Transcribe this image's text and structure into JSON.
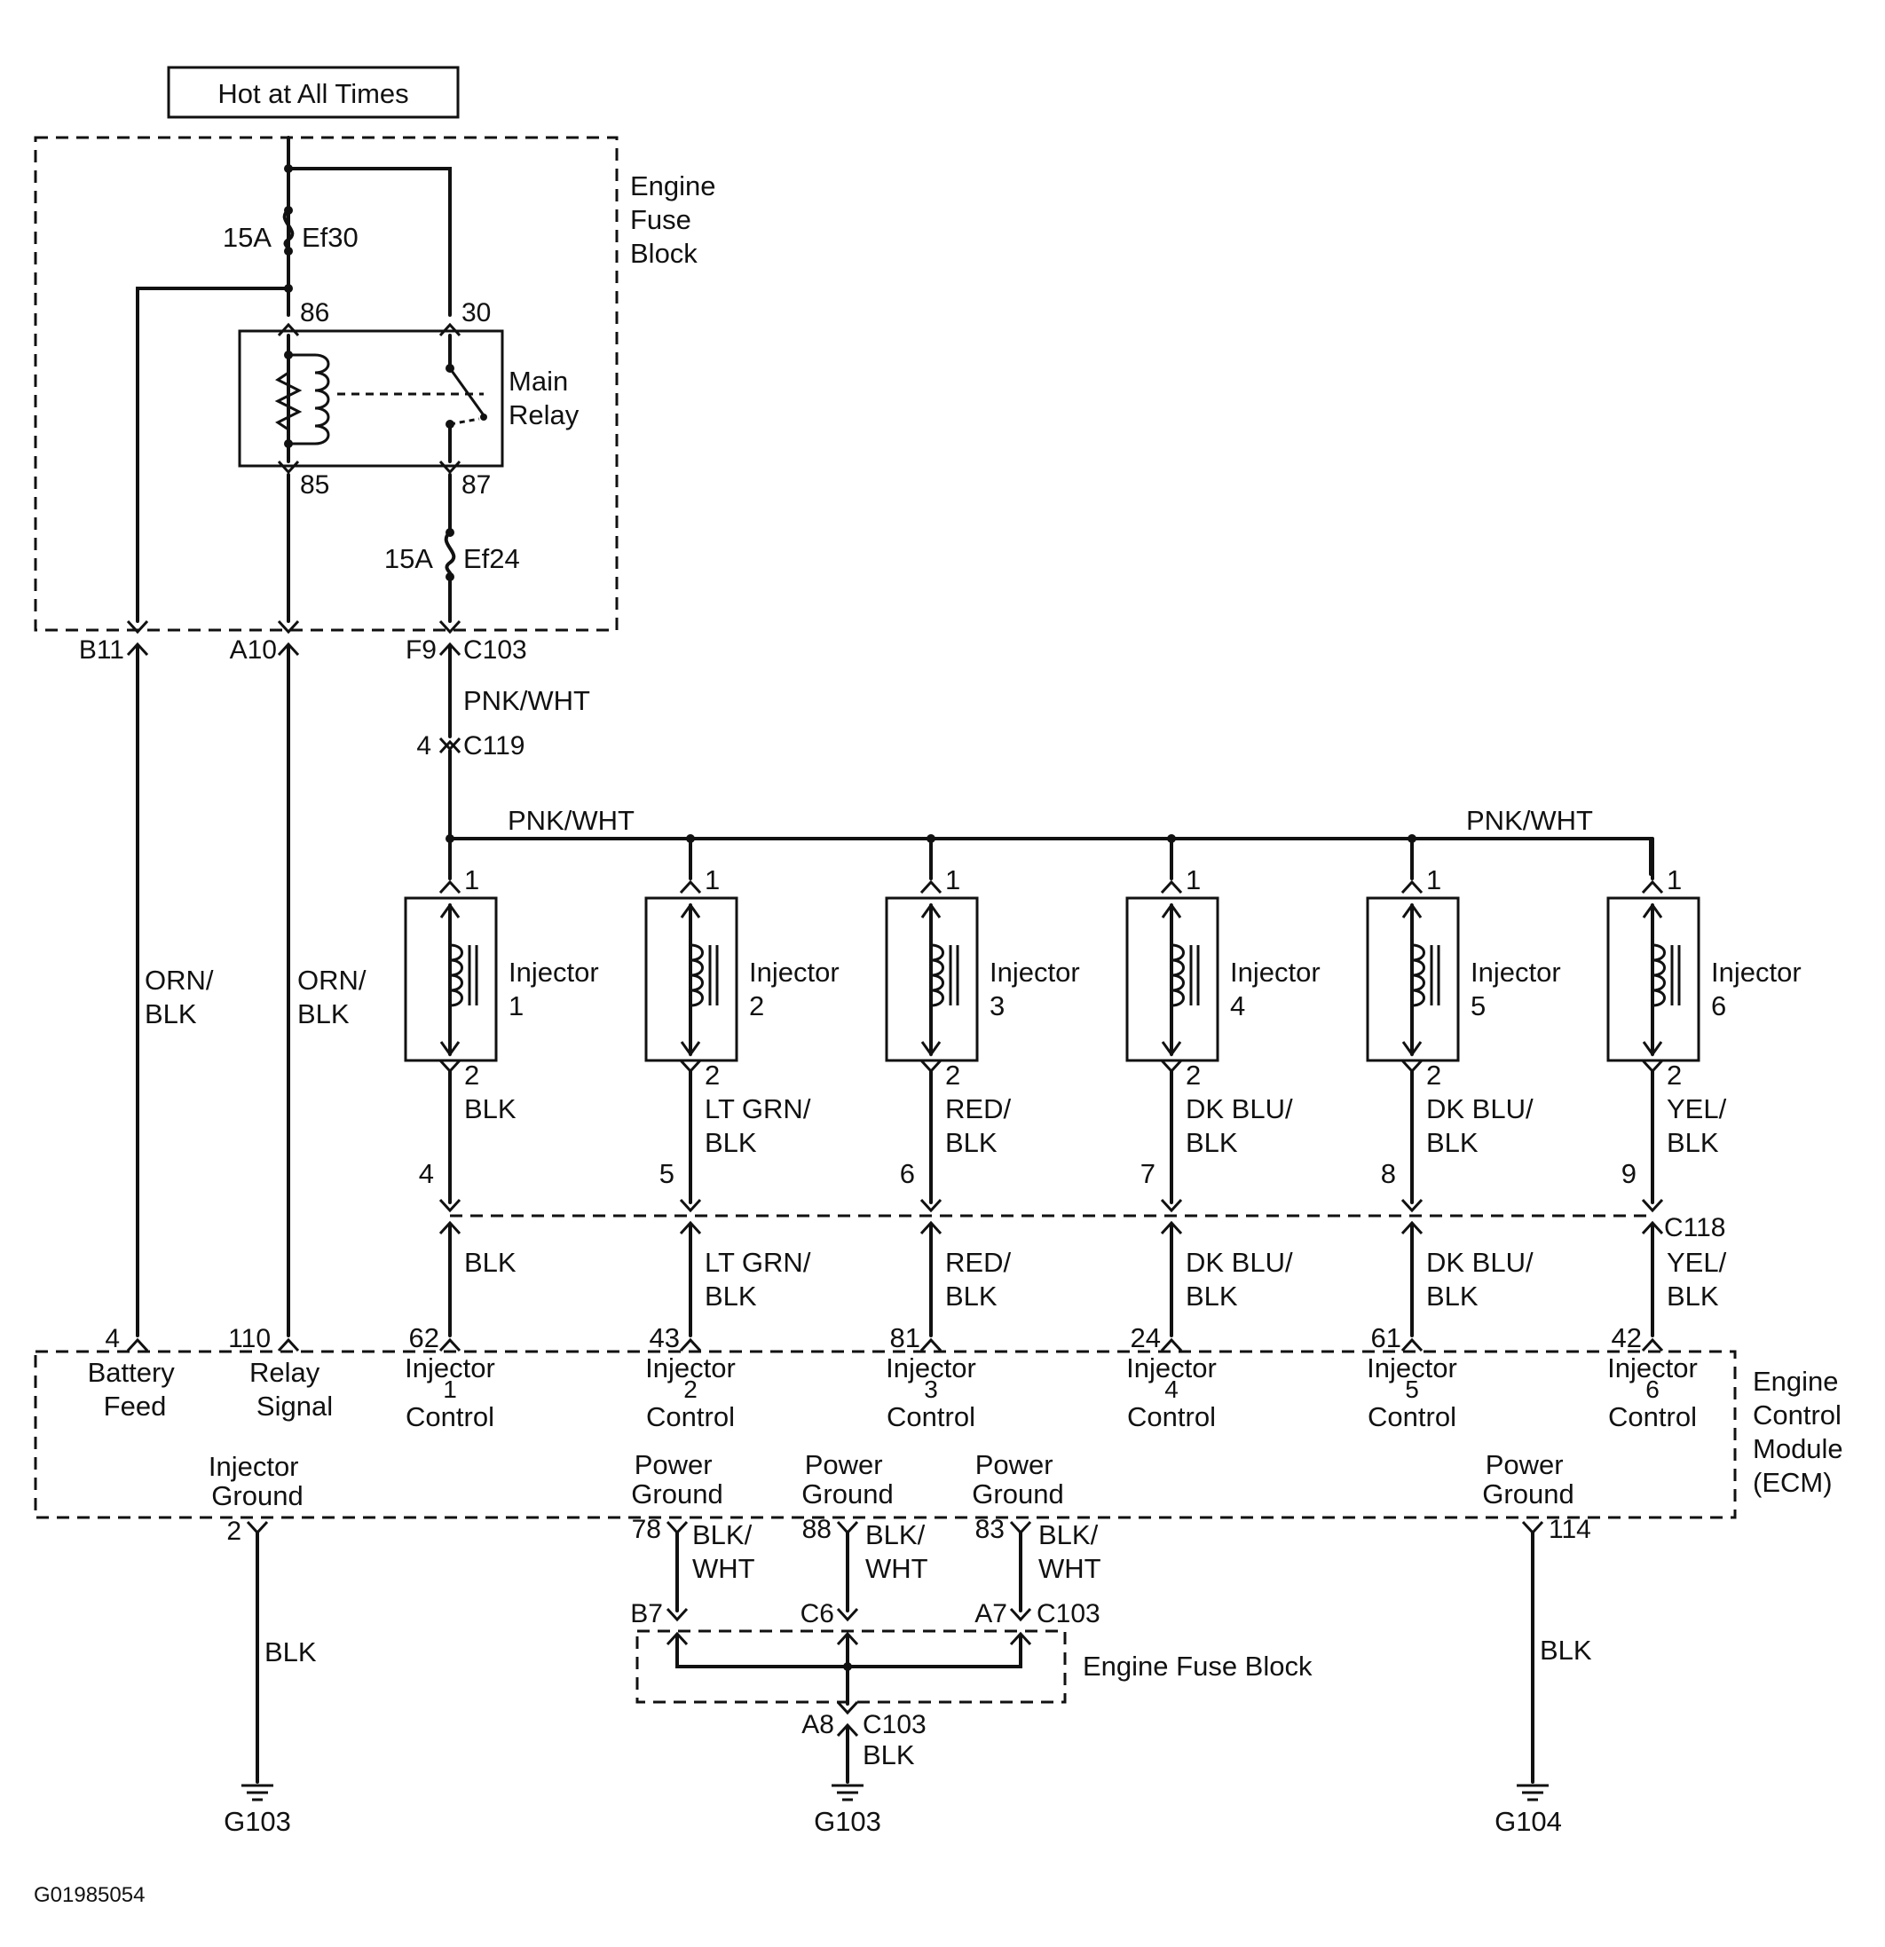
{
  "header": {
    "power_source": "Hot at All Times"
  },
  "fuse_block": {
    "title_lines": [
      "Engine",
      "Fuse",
      "Block"
    ],
    "fuse1": {
      "rating": "15A",
      "id": "Ef30"
    },
    "fuse2": {
      "rating": "15A",
      "id": "Ef24"
    },
    "relay": {
      "name_lines": [
        "Main",
        "Relay"
      ],
      "pins": [
        "86",
        "30",
        "85",
        "87"
      ]
    }
  },
  "connector_c103_top": {
    "pins": [
      "B11",
      "A10",
      "F9"
    ],
    "name": "C103"
  },
  "pnk_wire": {
    "color": "PNK/WHT"
  },
  "connector_c119": {
    "pin": "4",
    "name": "C119"
  },
  "bus": {
    "label_left": "PNK/WHT",
    "label_right": "PNK/WHT"
  },
  "left_wires": [
    {
      "color_lines": [
        "ORN/",
        "BLK"
      ]
    },
    {
      "color_lines": [
        "ORN/",
        "BLK"
      ]
    }
  ],
  "injectors": [
    {
      "title": "Injector",
      "num": "1",
      "pin_in": "1",
      "pin_out": "2",
      "upper_color": [
        "BLK"
      ],
      "c118_pin": "4",
      "lower_color": [
        "BLK"
      ],
      "ecm_pin": "62",
      "ecm_label": [
        "Injector",
        "1",
        "Control"
      ]
    },
    {
      "title": "Injector",
      "num": "2",
      "pin_in": "1",
      "pin_out": "2",
      "upper_color": [
        "LT GRN/",
        "BLK"
      ],
      "c118_pin": "5",
      "lower_color": [
        "LT GRN/",
        "BLK"
      ],
      "ecm_pin": "43",
      "ecm_label": [
        "Injector",
        "2",
        "Control"
      ]
    },
    {
      "title": "Injector",
      "num": "3",
      "pin_in": "1",
      "pin_out": "2",
      "upper_color": [
        "RED/",
        "BLK"
      ],
      "c118_pin": "6",
      "lower_color": [
        "RED/",
        "BLK"
      ],
      "ecm_pin": "81",
      "ecm_label": [
        "Injector",
        "3",
        "Control"
      ]
    },
    {
      "title": "Injector",
      "num": "4",
      "pin_in": "1",
      "pin_out": "2",
      "upper_color": [
        "DK BLU/",
        "BLK"
      ],
      "c118_pin": "7",
      "lower_color": [
        "DK BLU/",
        "BLK"
      ],
      "ecm_pin": "24",
      "ecm_label": [
        "Injector",
        "4",
        "Control"
      ]
    },
    {
      "title": "Injector",
      "num": "5",
      "pin_in": "1",
      "pin_out": "2",
      "upper_color": [
        "DK BLU/",
        "BLK"
      ],
      "c118_pin": "8",
      "lower_color": [
        "DK BLU/",
        "BLK"
      ],
      "ecm_pin": "61",
      "ecm_label": [
        "Injector",
        "5",
        "Control"
      ]
    },
    {
      "title": "Injector",
      "num": "6",
      "pin_in": "1",
      "pin_out": "2",
      "upper_color": [
        "YEL/",
        "BLK"
      ],
      "c118_pin": "9",
      "lower_color": [
        "YEL/",
        "BLK"
      ],
      "ecm_pin": "42",
      "ecm_label": [
        "Injector",
        "6",
        "Control"
      ]
    }
  ],
  "connector_c118": {
    "name": "C118"
  },
  "ecm": {
    "title_lines": [
      "Engine",
      "Control",
      "Module",
      "(ECM)"
    ],
    "battery_feed": {
      "pin": "4",
      "label": [
        "Battery",
        "Feed"
      ]
    },
    "relay_signal": {
      "pin": "110",
      "label": [
        "Relay",
        "Signal"
      ]
    },
    "injector_ground": {
      "pin": "2",
      "label": [
        "Injector",
        "Ground"
      ]
    },
    "power_grounds": [
      {
        "pin": "78",
        "label": [
          "Power",
          "Ground"
        ]
      },
      {
        "pin": "88",
        "label": [
          "Power",
          "Ground"
        ]
      },
      {
        "pin": "83",
        "label": [
          "Power",
          "Ground"
        ]
      },
      {
        "pin": "114",
        "label": [
          "Power",
          "Ground"
        ]
      }
    ]
  },
  "ground_wires": {
    "inj_ground_color": "BLK",
    "pg_color_lines": [
      "BLK/",
      "WHT"
    ],
    "g104_color": "BLK"
  },
  "lower_fuse_block": {
    "title": "Engine Fuse Block",
    "pins": [
      "B7",
      "C6",
      "A7"
    ],
    "connector": "C103",
    "out_pin": "A8",
    "out_connector": "C103",
    "out_color": "BLK"
  },
  "grounds": [
    "G103",
    "G103",
    "G104"
  ],
  "figure_id": "G01985054"
}
